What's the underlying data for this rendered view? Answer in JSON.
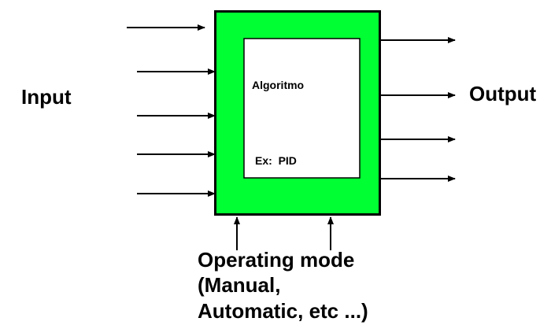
{
  "diagram": {
    "input_label": "Input",
    "output_label": "Output",
    "block_title": "Algoritmo",
    "block_example": "Ex:  PID",
    "mode_lines": [
      "Operating mode",
      "(Manual,",
      "Automatic, etc ...)"
    ],
    "input_arrow_count": 5,
    "output_arrow_count": 4,
    "mode_arrow_count": 2,
    "colors": {
      "outer_block": "#00ff33",
      "inner_block": "#ffffff",
      "stroke": "#000000"
    }
  }
}
